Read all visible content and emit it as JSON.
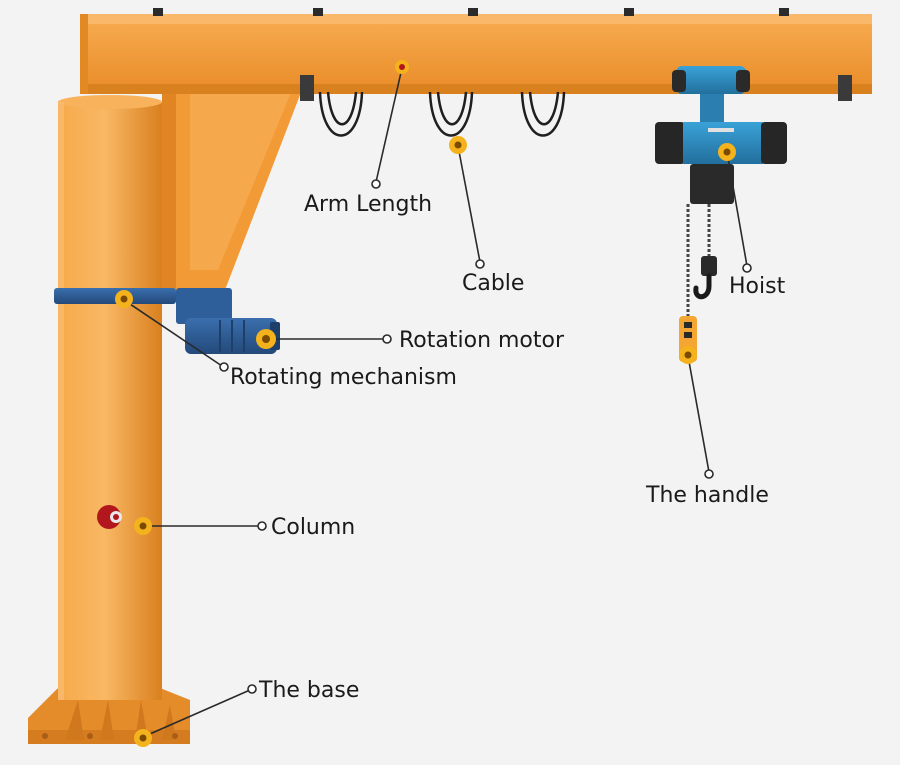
{
  "labels": {
    "arm_length": "Arm Length",
    "cable": "Cable",
    "hoist": "Hoist",
    "rotation_motor": "Rotation motor",
    "rotating_mechanism": "Rotating mechanism",
    "the_handle": "The handle",
    "column": "Column",
    "the_base": "The base"
  },
  "colors": {
    "steel_orange": "#f39a35",
    "steel_orange_dark": "#d9801f",
    "motor_blue": "#2f5f9a",
    "hoist_blue": "#2f8fc4",
    "marker_yellow": "#f4b21d",
    "leader_line": "#2a2a2a",
    "background": "#f3f3f3"
  },
  "icons": {
    "hook": "hook-icon",
    "emergency_button": "red-button-icon"
  }
}
